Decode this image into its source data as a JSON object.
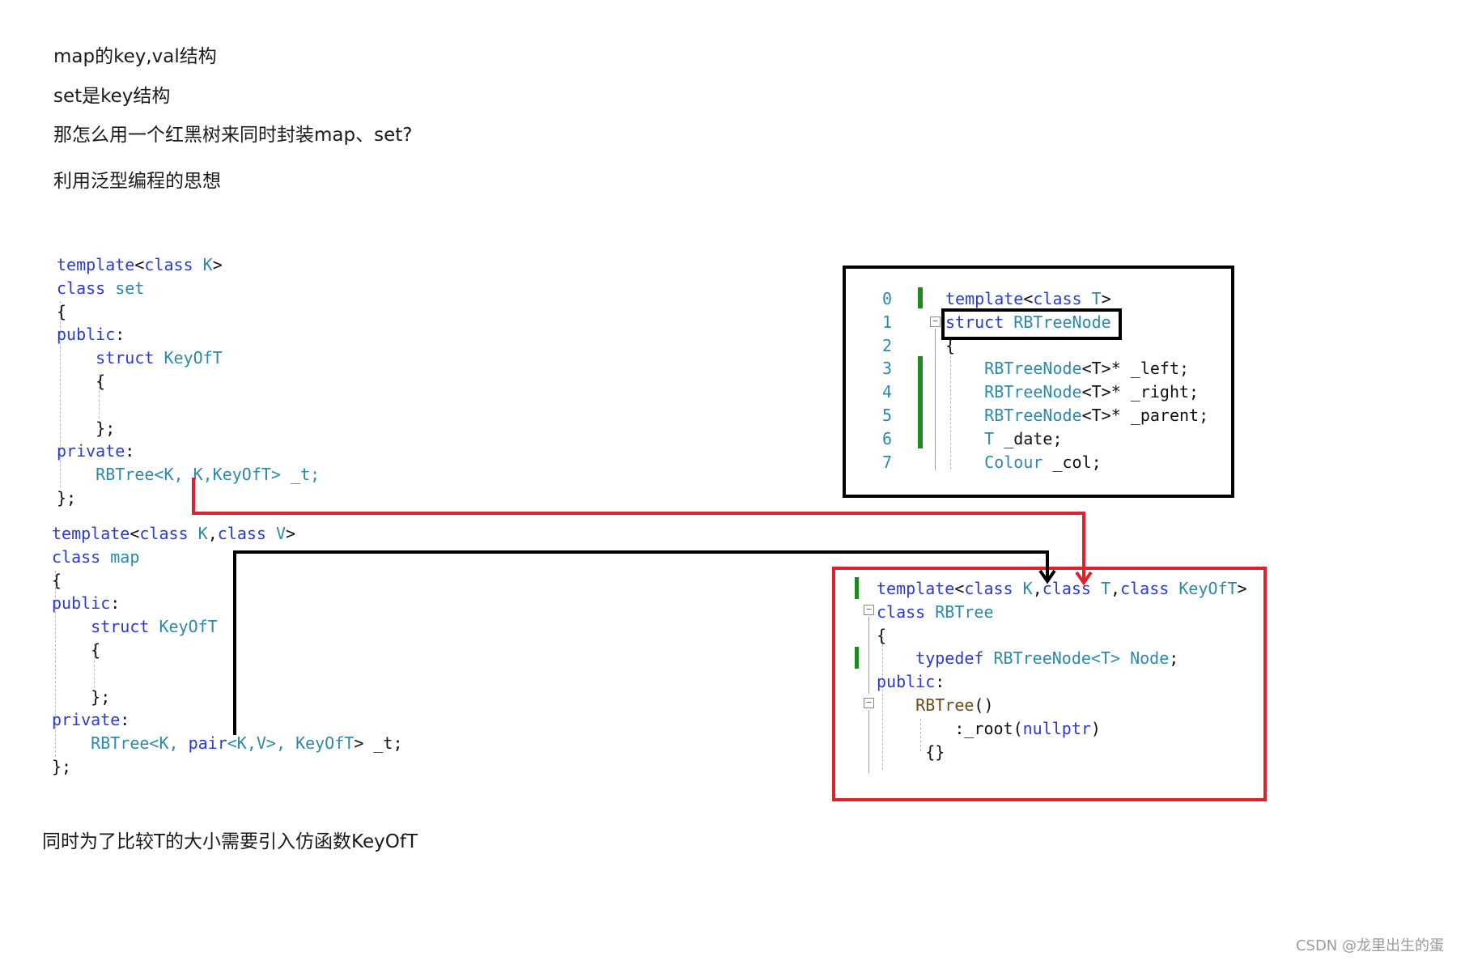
{
  "notes": {
    "line1": "map的key,val结构",
    "line2": "set是key结构",
    "line3": "那怎么用一个红黑树来同时封装map、set?",
    "line4": "利用泛型编程的思想",
    "line5": "同时为了比较T的大小需要引入仿函数KeyOfT"
  },
  "set_code": {
    "l1_a": "template",
    "l1_b": "<",
    "l1_c": "class",
    "l1_d": " K",
    "l1_e": ">",
    "l2_a": "class",
    "l2_b": " set",
    "l3": "{",
    "l4_a": "public",
    "l4_b": ":",
    "l5_a": "struct",
    "l5_b": " KeyOfT",
    "l6": "{",
    "l8": "};",
    "l9_a": "private",
    "l9_b": ":",
    "l10_a": "RBTree<K, ",
    "l10_b": "K",
    "l10_c": ",KeyOfT> _t;",
    "l11": "};"
  },
  "map_code": {
    "l1_a": "template",
    "l1_b": "<",
    "l1_c": "class",
    "l1_d": " K",
    "l1_e": ",",
    "l1_f": "class",
    "l1_g": " V",
    "l1_h": ">",
    "l2_a": "class",
    "l2_b": " map",
    "l3": "{",
    "l4_a": "public",
    "l4_b": ":",
    "l5_a": "struct",
    "l5_b": " KeyOfT",
    "l6": "{",
    "l8": "};",
    "l9_a": "private",
    "l9_b": ":",
    "l10_a": "RBTree<K, ",
    "l10_b": "pair",
    "l10_c": "<K,V>, ",
    "l10_d": "KeyOfT",
    "l10_e": "> _t;",
    "l11": "};"
  },
  "node_code": {
    "line_numbers": [
      "0",
      "1",
      "2",
      "3",
      "4",
      "5",
      "6",
      "7"
    ],
    "l0_a": "template",
    "l0_b": "<",
    "l0_c": "class",
    "l0_d": " T",
    "l0_e": ">",
    "l1_a": "struct",
    "l1_b": " RBTreeNode",
    "l2": "{",
    "l3_a": "RBTreeNode",
    "l3_b": "<T>* _left;",
    "l4_a": "RBTreeNode",
    "l4_b": "<T>* _right;",
    "l5_a": "RBTreeNode",
    "l5_b": "<T>* _parent;",
    "l6_a": "T",
    "l6_b": " _date;",
    "l7_a": "Colour",
    "l7_b": " _col;"
  },
  "tree_code": {
    "l1_a": "template",
    "l1_b": "<",
    "l1_c": "class",
    "l1_d": " K",
    "l1_e": ",",
    "l1_f": "class",
    "l1_g": " T",
    "l1_h": ",",
    "l1_i": "class",
    "l1_j": " KeyOfT",
    "l1_k": ">",
    "l2_a": "class",
    "l2_b": " RBTree",
    "l3": "{",
    "l4_a": "typedef",
    "l4_b": " RBTreeNode",
    "l4_c": "<T> ",
    "l4_d": "Node",
    "l4_e": ";",
    "l5_a": "public",
    "l5_b": ":",
    "l6_a": "RBTree",
    "l6_b": "()",
    "l7_a": ":_root(",
    "l7_b": "nullptr",
    "l7_c": ")",
    "l8": "{}"
  },
  "colors": {
    "red_arrow": "#e0202a",
    "black_arrow": "#000000",
    "keyword_blue": "#2b3ad6",
    "type_teal": "#2b8aa8",
    "change_bar_green": "#1e8a1e"
  },
  "watermark": "CSDN @龙里出生的蛋"
}
